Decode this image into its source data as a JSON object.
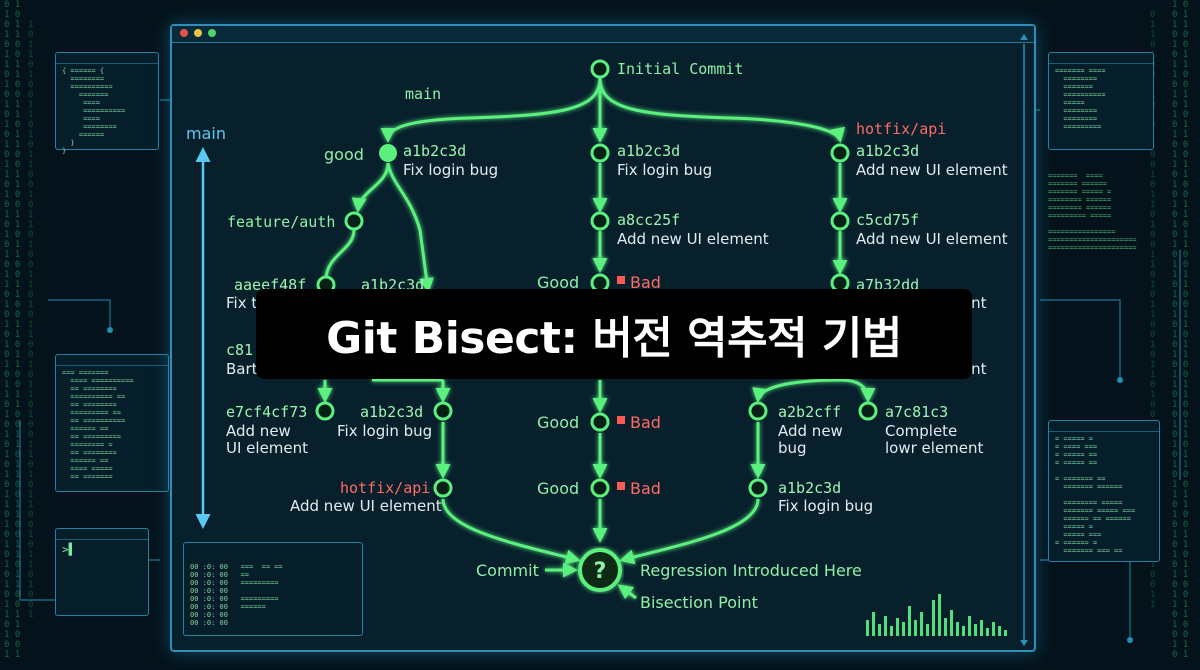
{
  "title": "Git Bisect: 버전 역추적 기법",
  "side_label": "main",
  "colors": {
    "accent": "#5cf07e",
    "bad": "#ff6b63",
    "blue": "#5cc8f2",
    "bg": "#04131b"
  },
  "top": {
    "initial": "Initial Commit"
  },
  "left_branch": {
    "branch_label": "main",
    "good": "good",
    "head_hash": "a1b2c3d",
    "head_msg": "Fix login bug",
    "feature": "feature/auth",
    "c1_hash": "aaeef48f",
    "c1_msg": "Fix t",
    "c2_hash": "a1b2c3d",
    "c3_hash": "c81",
    "c3_msg": "Bart",
    "c4_hash": "e7cf4cf73",
    "c4_msg1": "Add new",
    "c4_msg2": "UI element",
    "c5_hash": "a1b2c3d",
    "c5_msg": "Fix login bug",
    "hotfix": "hotfix/api",
    "hotfix_msg": "Add new UI element"
  },
  "center_branch": {
    "n1_hash": "a1b2c3d",
    "n1_msg": "Fix login bug",
    "n2_hash": "a8cc25f",
    "n2_msg": "Add new UI element",
    "good": "Good",
    "bad": "Bad"
  },
  "right_branch": {
    "label": "hotfix/api",
    "n1_hash": "a1b2c3d",
    "n1_msg": "Add new UI element",
    "n2_hash": "c5cd75f",
    "n2_msg": "Add new UI element",
    "n3_hash": "a7b32dd",
    "n3_msg": "ement",
    "n4_msg": "ement",
    "n5_hash": "a2b2cff",
    "n5_msg1": "Add new",
    "n5_msg2": "bug",
    "n6_hash": "a7c81c3",
    "n6_msg1": "Complete",
    "n6_msg2": "lowr element",
    "n7_hash": "a1b2c3d",
    "n7_msg": "Fix login bug"
  },
  "bottom": {
    "commit": "Commit",
    "question": "?",
    "regression": "Regression Introduced Here",
    "bisection": "Bisection Point"
  },
  "terminal_prompt": ">▌"
}
